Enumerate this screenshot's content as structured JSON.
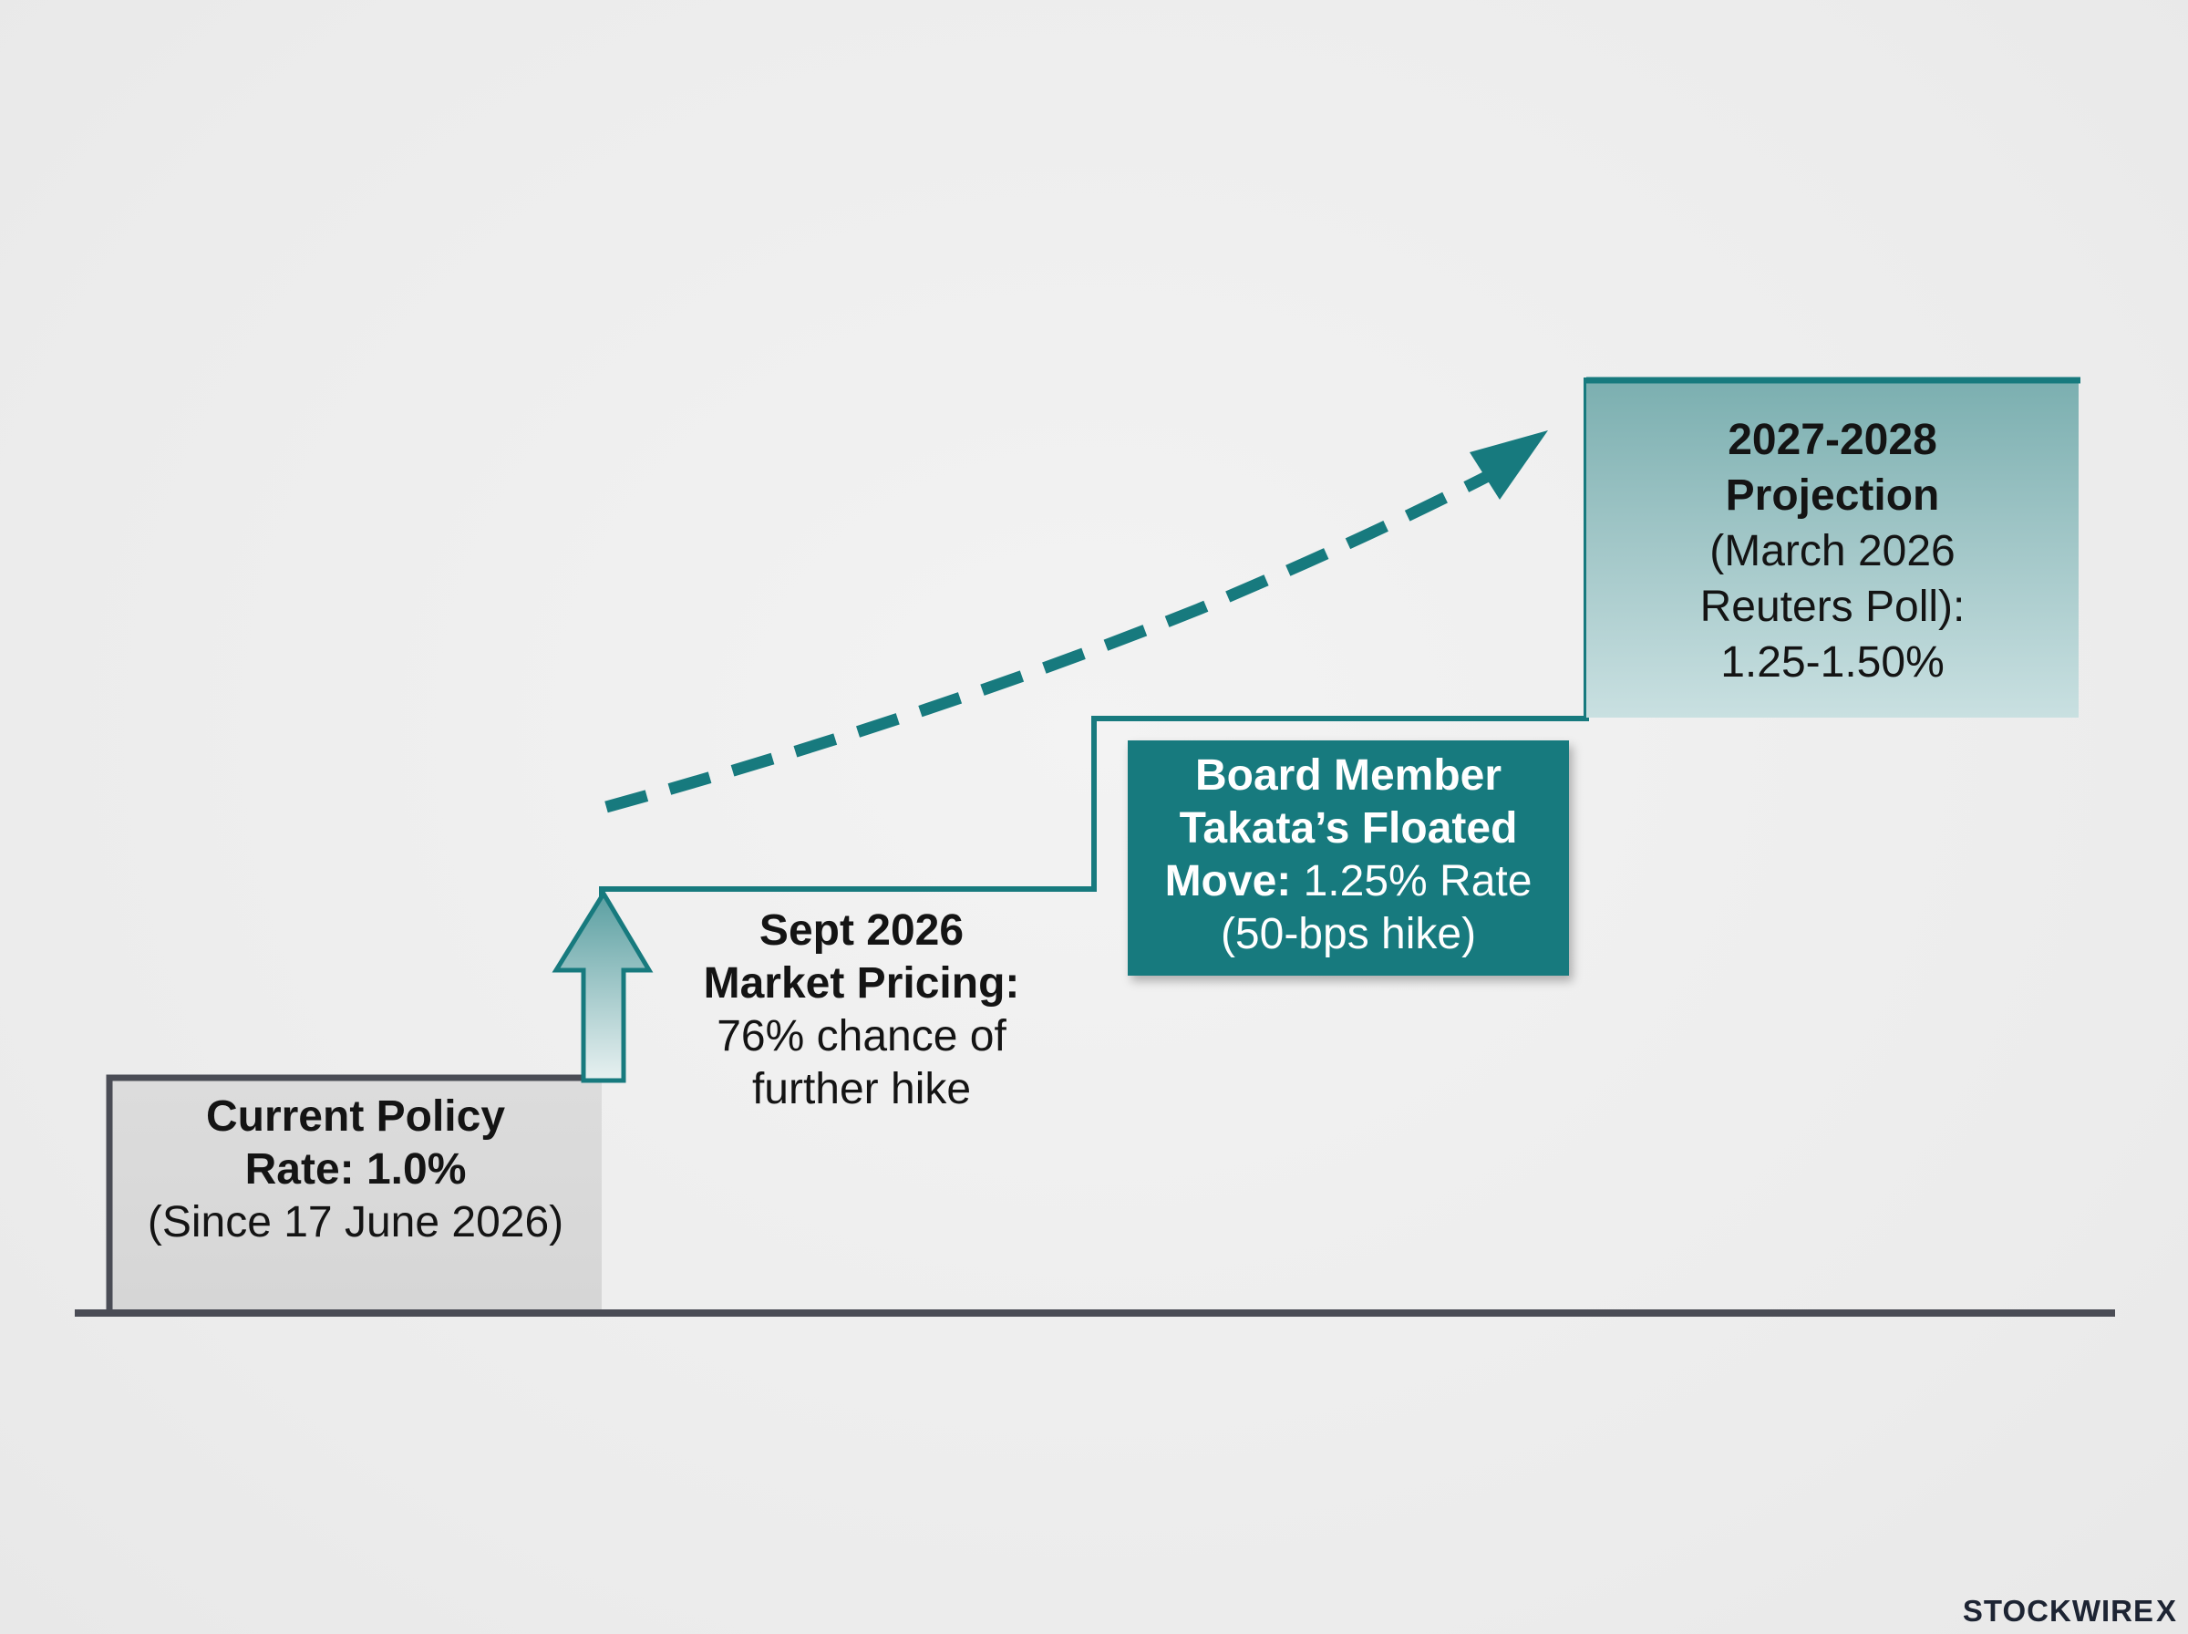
{
  "colors": {
    "background": "#efefef",
    "teal": "#177a7e",
    "teal_light_top": "#7fb0b1",
    "teal_light_bottom": "#c6dfe0",
    "gray_box": "#d8d8d8",
    "baseline": "#4a4c55"
  },
  "current_rate": {
    "title_line1": "Current Policy",
    "title_line2": "Rate: 1.0%",
    "subtitle": "(Since 17 June 2026)"
  },
  "sept_pricing": {
    "title_line1": "Sept 2026",
    "title_line2": "Market Pricing:",
    "detail_line1": "76% chance of",
    "detail_line2": "further hike"
  },
  "takata": {
    "title_line1": "Board Member",
    "title_line2": "Takata’s Floated",
    "title_line3_bold": "Move:",
    "title_line3_rest": " 1.25% Rate",
    "detail": "(50-bps hike)"
  },
  "projection": {
    "title_line1": "2027-2028",
    "title_line2": "Projection",
    "detail_line1": "(March 2026",
    "detail_line2": "Reuters Poll):",
    "detail_line3": "1.25-1.50%"
  },
  "brand": {
    "name": "STOCKWIRE",
    "mark": "X"
  },
  "icons": {
    "up_arrow": "up-arrow-icon",
    "trend_arrow": "dashed-trend-arrow-icon"
  }
}
